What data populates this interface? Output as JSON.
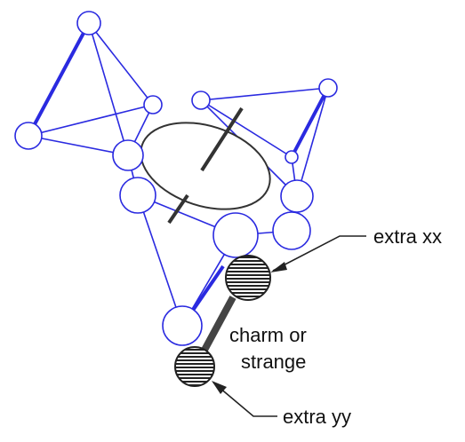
{
  "labels": {
    "extra_xx": "extra xx",
    "charm_line1": "charm or",
    "charm_line2": "strange",
    "extra_yy": "extra yy"
  },
  "colors": {
    "network": "#2a2ae0",
    "outline": "#333333",
    "hatch": "#222222"
  }
}
